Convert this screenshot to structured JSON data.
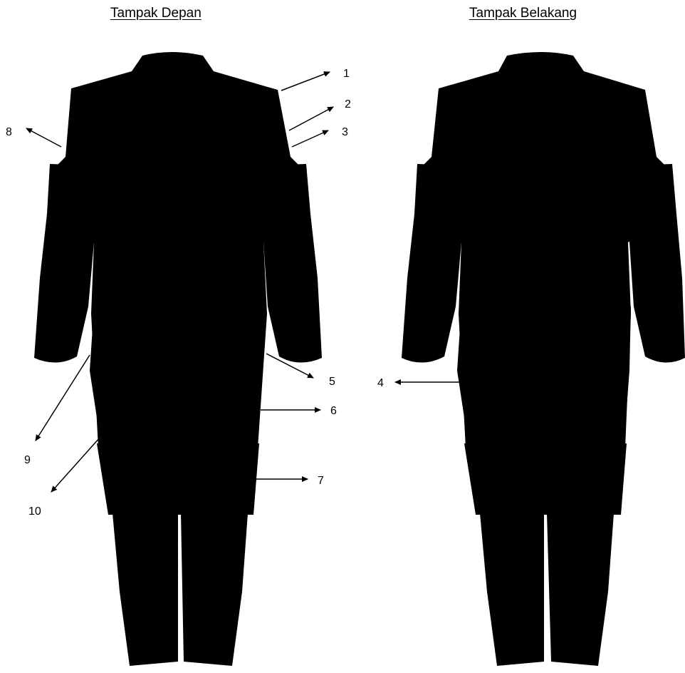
{
  "front_view": {
    "title": "Tampak Depan",
    "callouts": [
      "1",
      "2",
      "3",
      "5",
      "6",
      "7",
      "8",
      "9",
      "10"
    ]
  },
  "back_view": {
    "title": "Tampak Belakang",
    "callouts": [
      "4"
    ]
  },
  "colors": {
    "silhouette": "#000000",
    "background": "#ffffff",
    "arrow": "#000000"
  }
}
